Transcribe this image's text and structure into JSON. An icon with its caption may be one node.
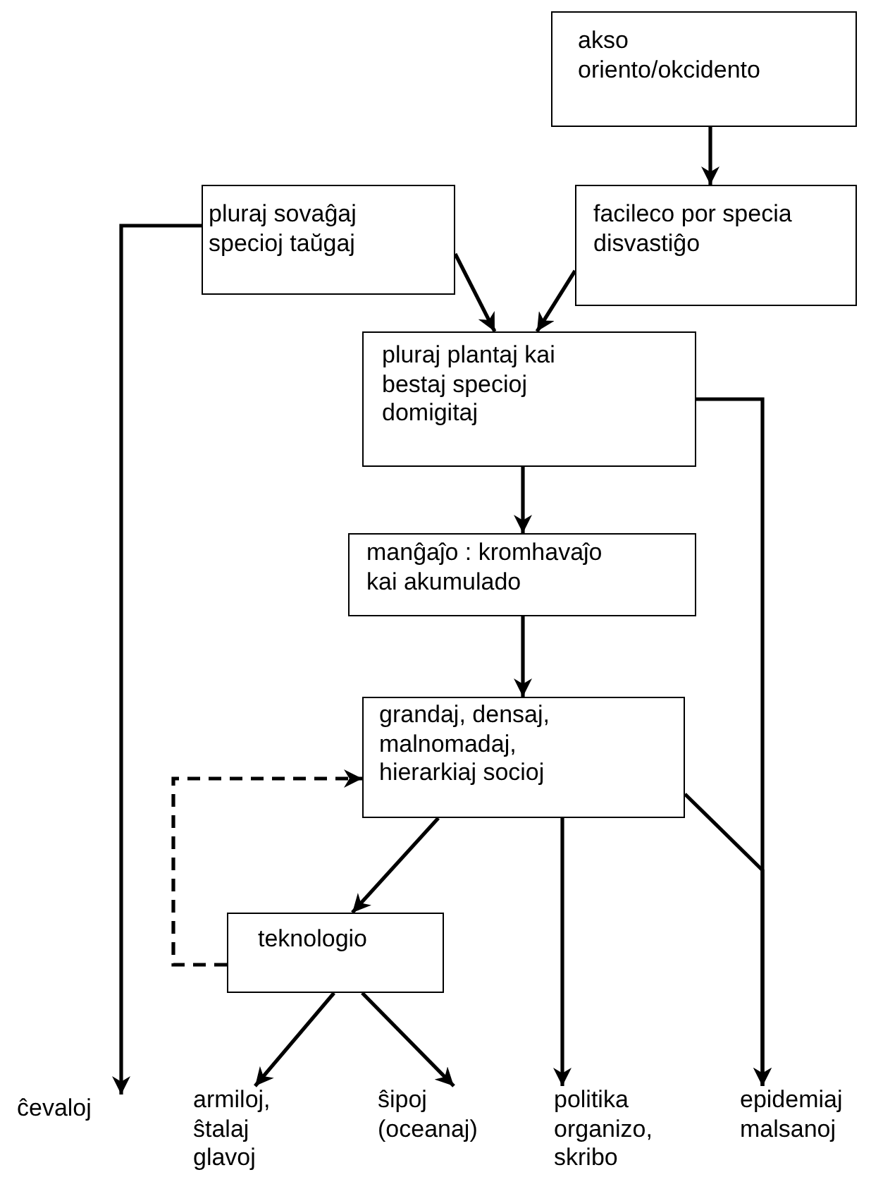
{
  "diagram": {
    "nodes": [
      {
        "text": [
          "akso oriento/okcidento"
        ]
      },
      {
        "text": [
          "pluraj sovaĝaj specioj taŭgaj"
        ]
      },
      {
        "text": [
          "facileco por specia disvastiĝo"
        ]
      },
      {
        "text": [
          "pluraj plantaj kai bestaj specioj domigitaj"
        ]
      },
      {
        "text": [
          "manĝaĵo : kromhavaĵo kai akumulado"
        ]
      },
      {
        "text": [
          "grandaj, densaj, malnomadaj, hierarkiaj socioj"
        ]
      },
      {
        "text": [
          "teknologio"
        ]
      },
      {
        "text": [
          "ĉevaloj"
        ]
      },
      {
        "text": [
          "armiloj, ŝtalaj glavoj"
        ]
      },
      {
        "text": [
          "ŝipoj (oceanaj)"
        ]
      },
      {
        "text": [
          "politika organizo, skribo"
        ]
      },
      {
        "text": [
          "epidemiaj malsanoj"
        ]
      }
    ],
    "edges": [
      {
        "from": 0,
        "to": 2,
        "arrow": "to"
      },
      {
        "from": 1,
        "to": 3,
        "arrow": "to"
      },
      {
        "from": 2,
        "to": 3,
        "arrow": "to"
      },
      {
        "from": 1,
        "to": 7,
        "arrow": "to"
      },
      {
        "from": 3,
        "to": 11,
        "arrow": "to"
      },
      {
        "from": 3,
        "to": 4,
        "arrow": "to"
      },
      {
        "from": 4,
        "to": 5,
        "arrow": "to"
      },
      {
        "from": 5,
        "to": 11,
        "arrow": "to"
      },
      {
        "from": 5,
        "to": 6,
        "arrow": "to"
      },
      {
        "from": 5,
        "to": 10,
        "arrow": "to"
      },
      {
        "from": 6,
        "to": 5,
        "arrow": "to",
        "style": "dashed"
      },
      {
        "from": 6,
        "to": 8,
        "arrow": "to"
      },
      {
        "from": 6,
        "to": 9,
        "arrow": "to"
      }
    ]
  }
}
